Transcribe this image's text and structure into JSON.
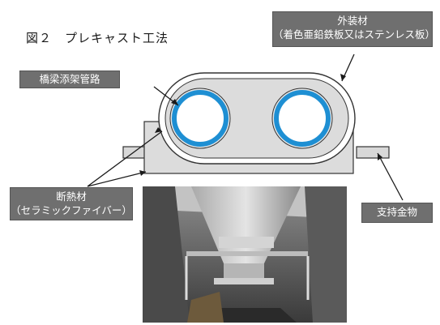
{
  "figure": {
    "title": "図２　プレキャスト工法"
  },
  "labels": {
    "cover_line1": "外装材",
    "cover_line2": "（着色亜鉛鉄板又はステンレス板）",
    "pipe": "橋梁添架管路",
    "insulation_line1": "断熱材",
    "insulation_line2": "（セラミックファイバー）",
    "support": "支持金物"
  },
  "colors": {
    "callout_bg": "#6f6f6f",
    "pipe_blue": "#1e8fd3",
    "insulation_gray": "#dcdcdc",
    "cover_outline": "#333333"
  },
  "photo": {
    "subject": "installed-precast-pipe-photo"
  }
}
